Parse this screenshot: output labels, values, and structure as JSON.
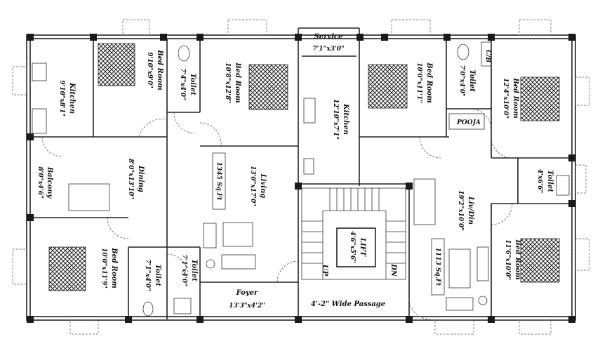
{
  "rooms": {
    "service": {
      "name": "Service",
      "size": "7'1\"x3'0\""
    },
    "pooja": {
      "name": "POOJA"
    },
    "cb": {
      "name": "C/B"
    },
    "kitchen_left": {
      "name": "Kitchen",
      "size": "9'10\"x8'1\""
    },
    "bedroom_top_left": {
      "name": "Bed Room",
      "size": "9'10\"x9'0\""
    },
    "toilet_top_left": {
      "name": "Toilet",
      "size": "7'4\"x4'0\""
    },
    "bedroom_top_center": {
      "name": "Bed Room",
      "size": "10'8\"x12'8\""
    },
    "kitchen_center": {
      "name": "Kitchen",
      "size": "12'10\"x7'1\""
    },
    "bedroom_top_right_a": {
      "name": "Bed Room",
      "size": "10'0\"x11'1\""
    },
    "toilet_top_right": {
      "name": "Toilet",
      "size": "7'0\"x4'0\""
    },
    "bedroom_top_right_b": {
      "name": "Bed Room",
      "size": "12'4\"x10'0\""
    },
    "balcony": {
      "name": "Balcony",
      "size": "8'0\"x4'6\""
    },
    "dining": {
      "name": "Dining",
      "size": "8'0\"x13'10\""
    },
    "living": {
      "name": "Living",
      "size": "13'0\"x17'0\""
    },
    "liv_din": {
      "name": "Liv/Din",
      "size": "19'2\"x10'0\""
    },
    "toilet_right_mid": {
      "name": "Toilet",
      "size": "4'x6'6\""
    },
    "bedroom_bottom_left": {
      "name": "Bed Room",
      "size": "10'0\"x11'9\""
    },
    "toilet_bottom_a": {
      "name": "Toilet",
      "size": "7'1\"x4'0\""
    },
    "toilet_bottom_b": {
      "name": "Toilet",
      "size": "7'1\"x4'0\""
    },
    "foyer": {
      "name": "Foyer",
      "size": "13'3\"x4'2\""
    },
    "lift": {
      "name": "LIFT",
      "size": "4'6\"x5'6\""
    },
    "bedroom_bottom_right": {
      "name": "Bed Room",
      "size": "11'6\"x10'0\""
    }
  },
  "labels": {
    "area_left": "1345 Sq.Ft",
    "area_right": "1113 Sq.Ft",
    "passage": "4'-2\" Wide Passage",
    "stair_up": "UP",
    "stair_dn": "DN"
  }
}
